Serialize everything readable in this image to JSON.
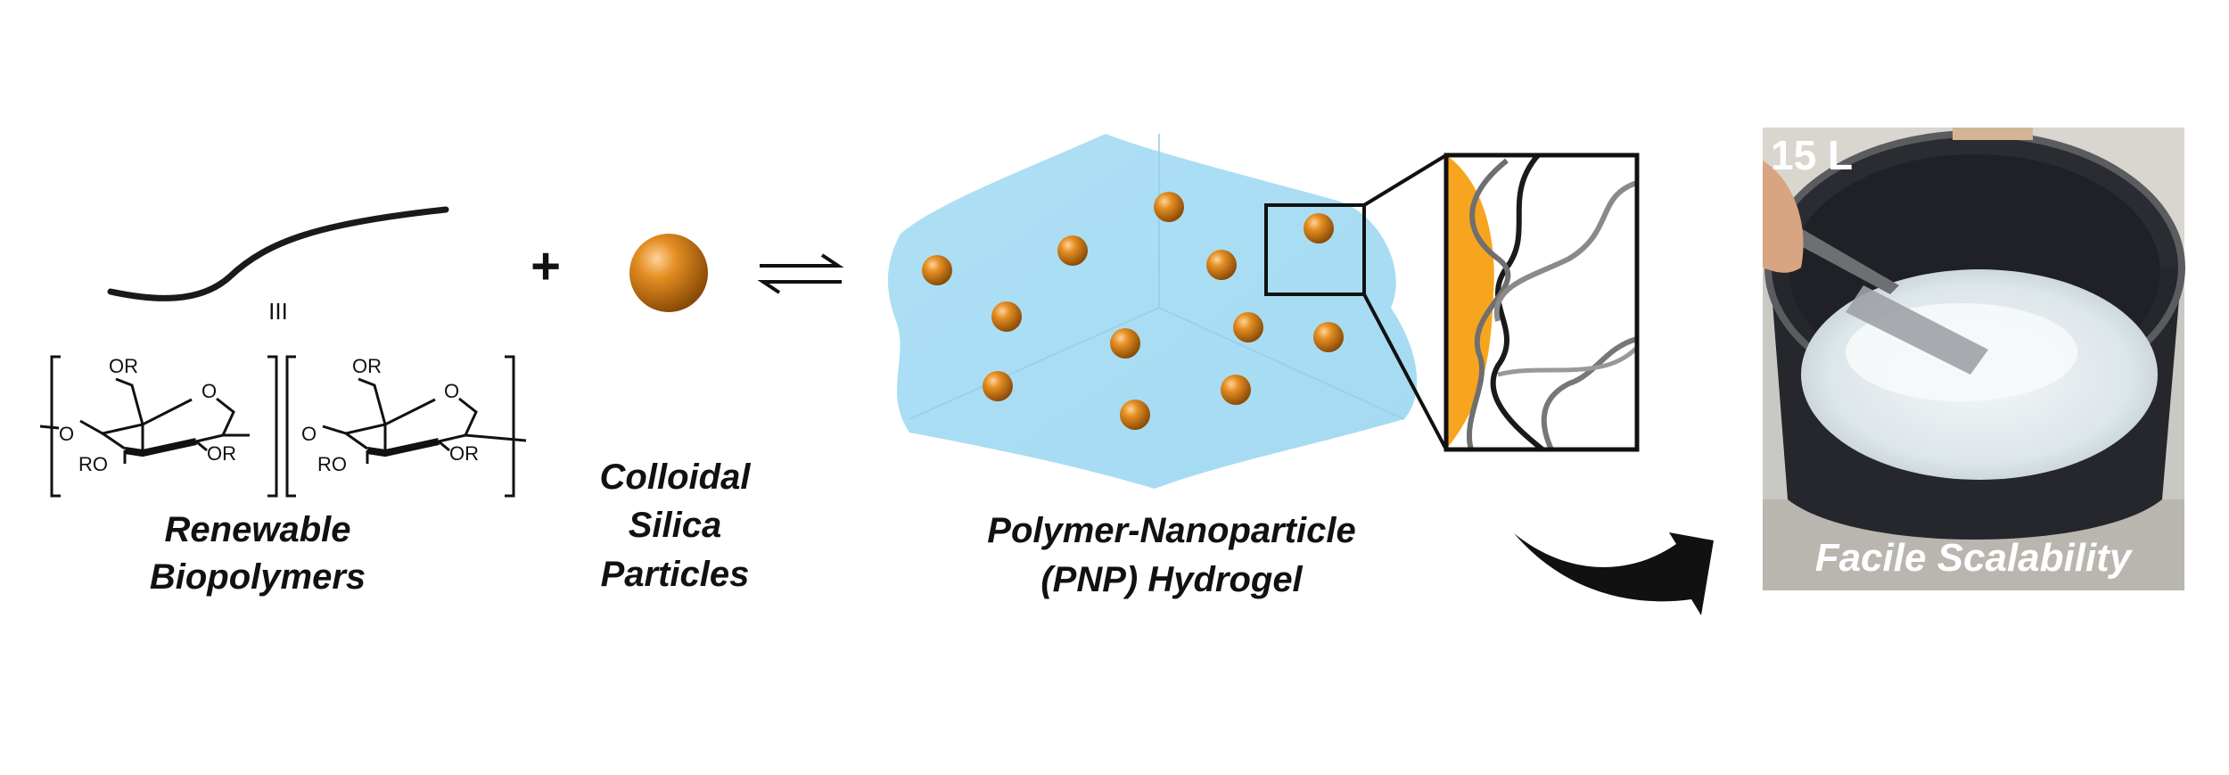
{
  "labels": {
    "biopolymer_line1": "Renewable",
    "biopolymer_line2": "Biopolymers",
    "silica_line1": "Colloidal",
    "silica_line2": "Silica",
    "silica_line3": "Particles",
    "hydrogel_line1": "Polymer-Nanoparticle",
    "hydrogel_line2": "(PNP) Hydrogel",
    "scalability": "Facile Scalability",
    "volume": "15 L"
  },
  "symbols": {
    "plus": "+",
    "equivalence": "III"
  },
  "chemistry": {
    "or_top_1": "OR",
    "or_top_2": "OR",
    "ring_o_1": "O",
    "ring_o_2": "O",
    "link_o_left": "O",
    "link_o_mid": "O",
    "ro_1": "RO",
    "ro_2": "RO",
    "or_right_1": "OR",
    "or_right_2": "OR"
  },
  "colors": {
    "particle": "#E08A1E",
    "particle_dark": "#8A4A06",
    "hydrogel": "#AEE0F5",
    "zoom_fill": "#F7A51E",
    "arrow": "#111111"
  },
  "icons": [
    "equilibrium-arrows-icon",
    "curved-arrow-icon"
  ]
}
